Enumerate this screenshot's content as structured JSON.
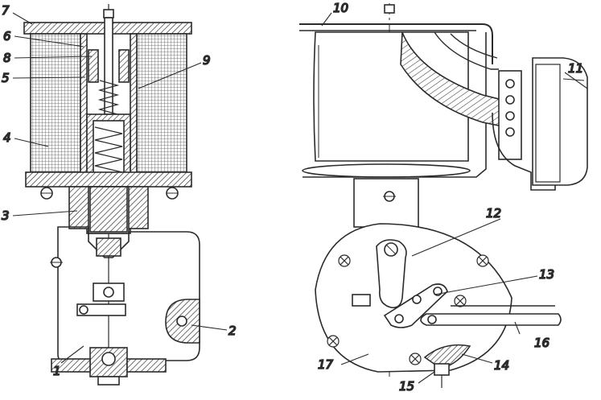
{
  "callouts": {
    "n1": "1",
    "n2": "2",
    "n3": "3",
    "n4": "4",
    "n5": "5",
    "n6": "6",
    "n7": "7",
    "n8": "8",
    "n9": "9",
    "n10": "10",
    "n11": "11",
    "n12": "12",
    "n13": "13",
    "n14": "14",
    "n15": "15",
    "n16": "16",
    "n17": "17"
  },
  "colors": {
    "ink": "#2b2b2b",
    "hatch": "#6b6b6b",
    "paper": "#ffffff"
  }
}
